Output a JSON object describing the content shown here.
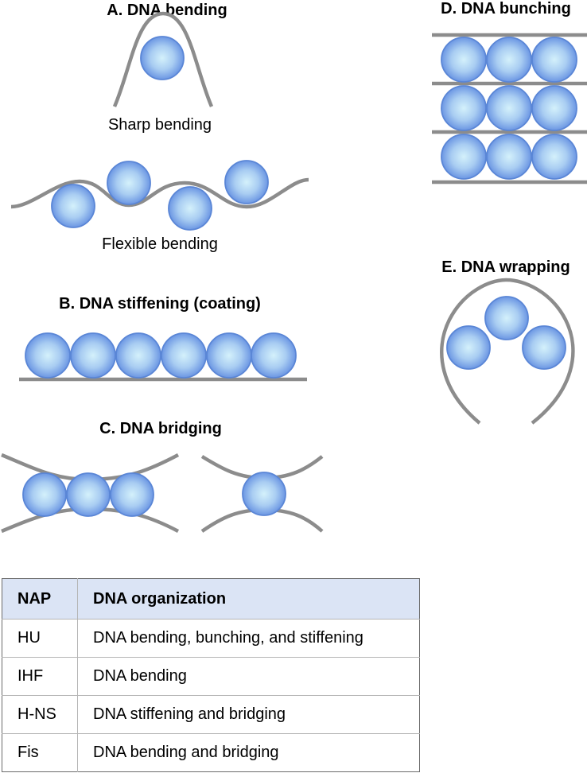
{
  "panels": {
    "a": {
      "title": "A. DNA bending",
      "sharp_caption": "Sharp bending",
      "flexible_caption": "Flexible bending"
    },
    "b": {
      "title": "B. DNA stiffening (coating)"
    },
    "c": {
      "title": "C. DNA bridging"
    },
    "d": {
      "title": "D. DNA bunching"
    },
    "e": {
      "title": "E. DNA wrapping"
    }
  },
  "colors": {
    "dna_strand": "#8c8c8c",
    "protein_light": "#d4f1fb",
    "protein_dark": "#6b96e3",
    "table_header_bg": "#dbe4f5"
  },
  "table": {
    "headers": {
      "nap": "NAP",
      "organization": "DNA organization"
    },
    "rows": [
      {
        "nap": "HU",
        "organization": "DNA bending, bunching, and stiffening"
      },
      {
        "nap": "IHF",
        "organization": "DNA bending"
      },
      {
        "nap": "H-NS",
        "organization": "DNA stiffening and bridging"
      },
      {
        "nap": "Fis",
        "organization": "DNA bending and bridging"
      }
    ]
  }
}
